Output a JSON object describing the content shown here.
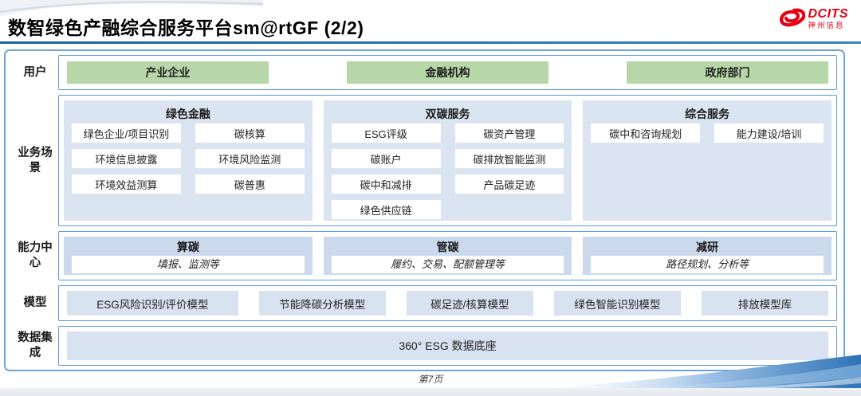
{
  "slide": {
    "title": "数智绿色产融综合服务平台sm@rtGF (2/2)",
    "page_number": "第7页"
  },
  "logo": {
    "brand": "DCITS",
    "company": "神州信息"
  },
  "users": {
    "label": "用户",
    "items": [
      "产业企业",
      "金融机构",
      "政府部门"
    ]
  },
  "scenarios": {
    "label": "业务场景",
    "columns": [
      {
        "title": "绿色金融",
        "items": [
          "绿色企业/项目识别",
          "碳核算",
          "环境信息披露",
          "环境风险监测",
          "环境效益测算",
          "碳普惠"
        ]
      },
      {
        "title": "双碳服务",
        "items": [
          "ESG评级",
          "碳资产管理",
          "碳账户",
          "碳排放智能监测",
          "碳中和减排",
          "产品碳足迹",
          "绿色供应链"
        ]
      },
      {
        "title": "综合服务",
        "items": [
          "碳中和咨询规划",
          "能力建设/培训"
        ]
      }
    ]
  },
  "capabilities": {
    "label": "能力中心",
    "items": [
      {
        "title": "算碳",
        "desc": "填报、监测等"
      },
      {
        "title": "管碳",
        "desc": "履约、交易、配额管理等"
      },
      {
        "title": "减研",
        "desc": "路径规划、分析等"
      }
    ]
  },
  "models": {
    "label": "模型",
    "items": [
      "ESG风险识别/评价模型",
      "节能降碳分析模型",
      "碳足迹/核算模型",
      "绿色智能识别模型",
      "排放模型库"
    ]
  },
  "data_integration": {
    "label": "数据集成",
    "item": "360° ESG 数据底座"
  },
  "colors": {
    "accent_blue": "#2e74b5",
    "box_border": "#5b9bd5",
    "user_green": "#b7d7a9",
    "panel_blue": "#dbe5f1",
    "capability_blue": "#ccd9ec",
    "brand_red": "#e60012"
  }
}
